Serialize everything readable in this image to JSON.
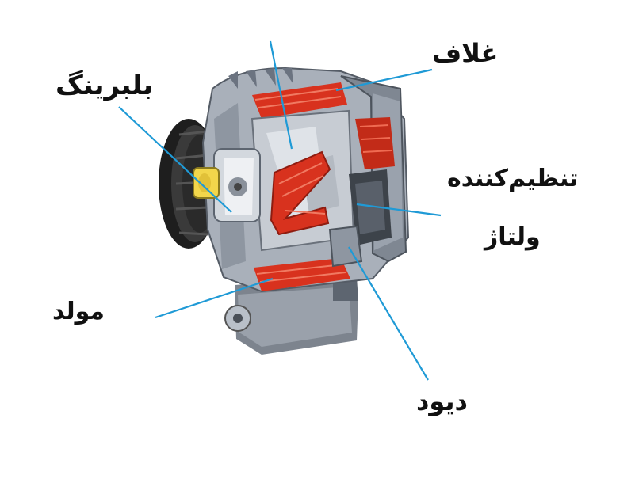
{
  "labels": {
    "bearing": "بلبرینگ",
    "cover": "غلاف",
    "regulator_line1": "تنظیم‌کننده",
    "regulator_line2": "ولتاژ",
    "generator": "مولد",
    "diode": "دیود"
  },
  "colors": {
    "leader_line": "#1f9ad6",
    "housing": "#a9b0ba",
    "housing_dark": "#5d6570",
    "winding_red": "#d8321e",
    "pulley": "#2a2a2a",
    "bearing_yellow": "#f2d64b",
    "rotor_gray": "#c7ccd3"
  }
}
